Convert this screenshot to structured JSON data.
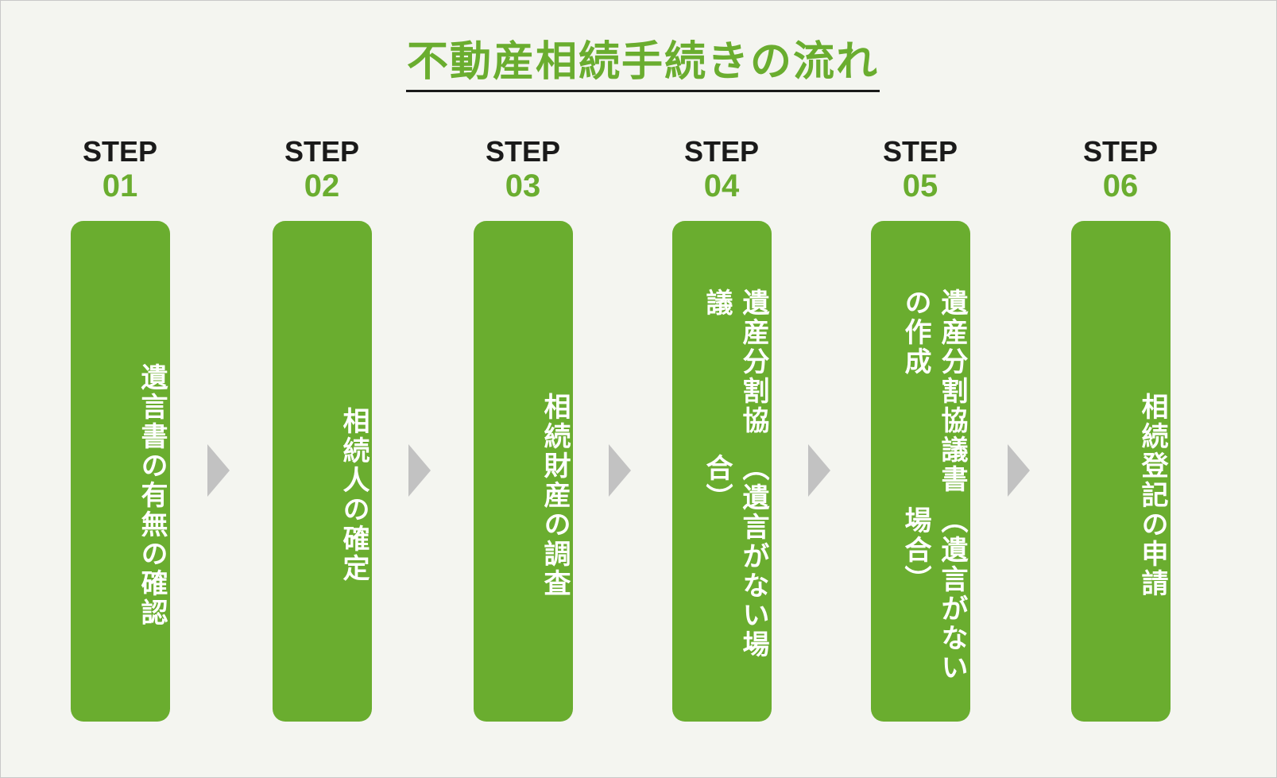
{
  "title": "不動産相続手続きの流れ",
  "colors": {
    "accent": "#6aad2f",
    "arrow": "#c2c2c2",
    "background": "#f4f5f0",
    "dark": "#1a1a1a"
  },
  "steps": [
    {
      "label": "STEP",
      "number": "01",
      "lines": [
        "遺言書の有無の確認"
      ]
    },
    {
      "label": "STEP",
      "number": "02",
      "lines": [
        "相続人の確定"
      ]
    },
    {
      "label": "STEP",
      "number": "03",
      "lines": [
        "相続財産の調査"
      ]
    },
    {
      "label": "STEP",
      "number": "04",
      "lines": [
        "遺産分割協議",
        "（遺言がない場合）"
      ]
    },
    {
      "label": "STEP",
      "number": "05",
      "lines": [
        "遺産分割協議書の作成",
        "（遺言がない場合）"
      ]
    },
    {
      "label": "STEP",
      "number": "06",
      "lines": [
        "相続登記の申請"
      ]
    }
  ],
  "arrow_icon": "chevron-right-triangle-icon"
}
